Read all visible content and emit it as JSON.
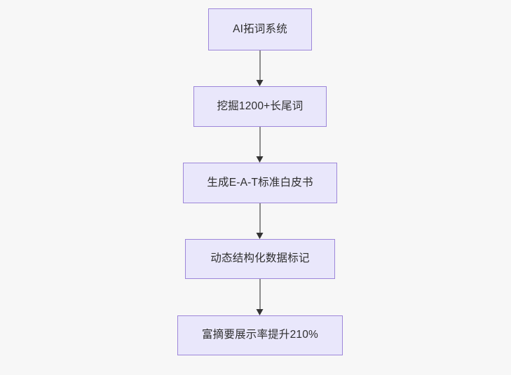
{
  "diagram": {
    "type": "flowchart",
    "orientation": "top-to-bottom",
    "background_color": "#f7f7f7",
    "node_fill_color": "#e9e7fb",
    "node_border_color": "#9d86d9",
    "node_text_color": "#2f2f2f",
    "connector_color": "#8d8d8d",
    "arrowhead_color": "#333333",
    "nodes": [
      {
        "id": "n1",
        "label": "AI拓词系统"
      },
      {
        "id": "n2",
        "label": "挖掘1200+长尾词"
      },
      {
        "id": "n3",
        "label": "生成E-A-T标准白皮书"
      },
      {
        "id": "n4",
        "label": "动态结构化数据标记"
      },
      {
        "id": "n5",
        "label": "富摘要展示率提升210%"
      }
    ],
    "edges": [
      {
        "from": "n1",
        "to": "n2",
        "style": "arrow"
      },
      {
        "from": "n2",
        "to": "n3",
        "style": "arrow"
      },
      {
        "from": "n3",
        "to": "n4",
        "style": "arrow"
      },
      {
        "from": "n4",
        "to": "n5",
        "style": "arrow"
      }
    ]
  }
}
